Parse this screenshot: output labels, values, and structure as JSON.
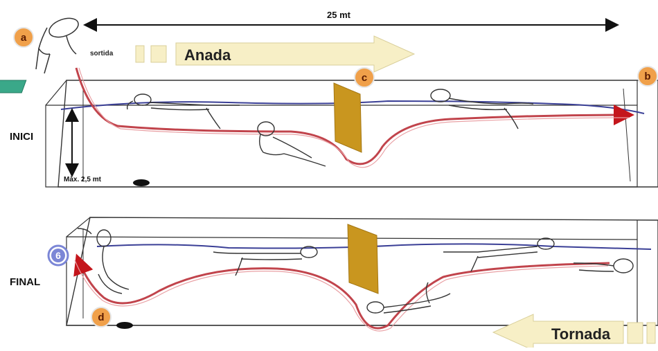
{
  "distance_label": "25 mt",
  "start_label": "sortida",
  "outbound_arrow_label": "Anada",
  "return_arrow_label": "Tornada",
  "depth_label": "Màx. 2,5 mt",
  "top_pool_side_label": "INICI",
  "bottom_pool_side_label": "FINAL",
  "markers": {
    "a": "a",
    "b": "b",
    "c": "c",
    "d": "d",
    "e": "6"
  },
  "colors": {
    "path": "#b8434a",
    "water": "#3a3f96",
    "panel": "#c9961f",
    "block": "#3aa889",
    "marker_orange": "#f0a04a",
    "marker_blue": "#7b86d6",
    "arrow_fill": "#f7efc6"
  }
}
